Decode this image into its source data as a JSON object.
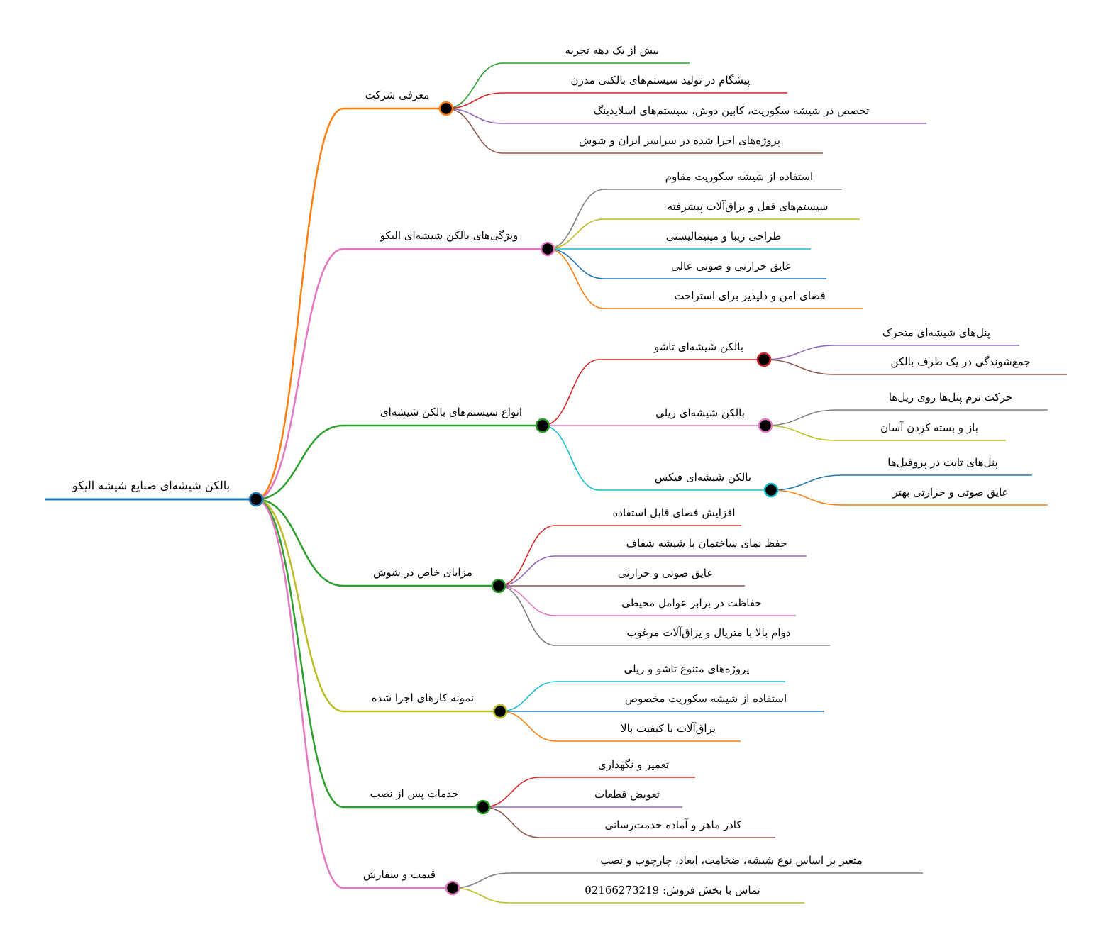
{
  "root": {
    "label": "بالکن شیشه‌ای صنایع شیشه الیکو",
    "color": "#1f77b4"
  },
  "branches": [
    {
      "label": "معرفی شرکت",
      "color": "#ff7f0e",
      "node_color": "#ff7f0e",
      "items": [
        {
          "label": "بیش از یک دهه تجربه",
          "color": "#2ca02c"
        },
        {
          "label": "پیشگام در تولید سیستم‌های بالکنی مدرن",
          "color": "#d62728"
        },
        {
          "label": "تخصص در شیشه سکوریت، کابین دوش، سیستم‌های اسلایدینگ",
          "color": "#9467bd"
        },
        {
          "label": "پروژه‌های اجرا شده در سراسر ایران و شوش",
          "color": "#8c564b"
        }
      ]
    },
    {
      "label": "ویژگی‌های بالکن شیشه‌ای الیکو",
      "color": "#e377c2",
      "node_color": "#e377c2",
      "items": [
        {
          "label": "استفاده از شیشه سکوریت مقاوم",
          "color": "#7f7f7f"
        },
        {
          "label": "سیستم‌های قفل و یراق‌آلات پیشرفته",
          "color": "#bcbd22"
        },
        {
          "label": "طراحی زیبا و مینیمالیستی",
          "color": "#17becf"
        },
        {
          "label": "عایق حرارتی و صوتی عالی",
          "color": "#1f77b4"
        },
        {
          "label": "فضای امن و دلپذیر برای استراحت",
          "color": "#ff7f0e"
        }
      ]
    },
    {
      "label": "انواع سیستم‌های بالکن شیشه‌ای",
      "color": "#2ca02c",
      "node_color": "#2ca02c",
      "items": [
        {
          "label": "بالکن شیشه‌ای تاشو",
          "color": "#d62728",
          "items": [
            {
              "label": "پنل‌های شیشه‌ای متحرک",
              "color": "#9467bd"
            },
            {
              "label": "جمع‌شوندگی در یک طرف بالکن",
              "color": "#8c564b"
            }
          ]
        },
        {
          "label": "بالکن شیشه‌ای ریلی",
          "color": "#e377c2",
          "items": [
            {
              "label": "حرکت نرم پنل‌ها روی ریل‌ها",
              "color": "#7f7f7f"
            },
            {
              "label": "باز و بسته کردن آسان",
              "color": "#bcbd22"
            }
          ]
        },
        {
          "label": "بالکن شیشه‌ای فیکس",
          "color": "#17becf",
          "items": [
            {
              "label": "پنل‌های ثابت در پروفیل‌ها",
              "color": "#1f77b4"
            },
            {
              "label": "عایق صوتی و حرارتی بهتر",
              "color": "#ff7f0e"
            }
          ]
        }
      ]
    },
    {
      "label": "مزایای خاص در شوش",
      "color": "#2ca02c",
      "node_color": "#2ca02c",
      "items": [
        {
          "label": "افزایش فضای قابل استفاده",
          "color": "#d62728"
        },
        {
          "label": "حفظ نمای ساختمان با شیشه شفاف",
          "color": "#9467bd"
        },
        {
          "label": "عایق صوتی و حرارتی",
          "color": "#8c564b"
        },
        {
          "label": "حفاظت در برابر عوامل محیطی",
          "color": "#e377c2"
        },
        {
          "label": "دوام بالا با متریال و یراق‌آلات مرغوب",
          "color": "#7f7f7f"
        }
      ]
    },
    {
      "label": "نمونه کارهای اجرا شده",
      "color": "#bcbd22",
      "node_color": "#bcbd22",
      "items": [
        {
          "label": "پروژه‌های متنوع تاشو و ریلی",
          "color": "#17becf"
        },
        {
          "label": "استفاده از شیشه سکوریت مخصوص",
          "color": "#1f77b4"
        },
        {
          "label": "یراق‌آلات با کیفیت بالا",
          "color": "#ff7f0e"
        }
      ]
    },
    {
      "label": "خدمات پس از نصب",
      "color": "#2ca02c",
      "node_color": "#2ca02c",
      "items": [
        {
          "label": "تعمیر و نگهداری",
          "color": "#d62728"
        },
        {
          "label": "تعویض قطعات",
          "color": "#9467bd"
        },
        {
          "label": "کادر ماهر و آماده خدمت‌رسانی",
          "color": "#8c564b"
        }
      ]
    },
    {
      "label": "قیمت و سفارش",
      "color": "#e377c2",
      "node_color": "#e377c2",
      "items": [
        {
          "label": "متغیر بر اساس نوع شیشه، ضخامت، ابعاد، چارچوب و نصب",
          "color": "#7f7f7f"
        },
        {
          "label": "تماس با بخش فروش: 02166273219",
          "color": "#bcbd22"
        }
      ]
    }
  ]
}
